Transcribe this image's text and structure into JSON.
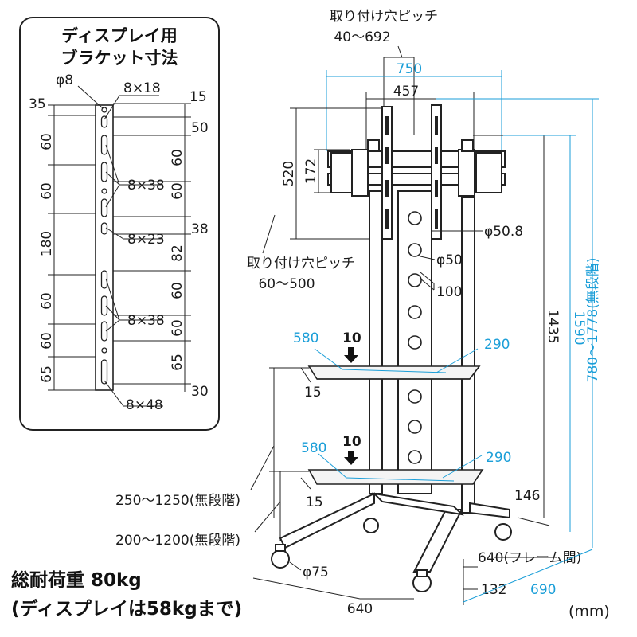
{
  "bracket_box": {
    "title_line1": "ディスプレイ用",
    "title_line2": "ブラケット寸法",
    "hole_dia": "φ8",
    "slot_8x18": "8×18",
    "slot_8x38_a": "8×38",
    "slot_8x23": "8×23",
    "slot_8x38_b": "8×38",
    "slot_8x48": "8×48",
    "left_35": "35",
    "left_60a": "60",
    "left_60b": "60",
    "left_180": "180",
    "left_60c": "60",
    "left_60d": "60",
    "left_65": "65",
    "right_15": "15",
    "right_50": "50",
    "right_60a": "60",
    "right_60b": "60",
    "right_38": "38",
    "right_82": "82",
    "right_60c": "60",
    "right_60d": "60",
    "right_65": "65",
    "right_30": "30"
  },
  "stand": {
    "mount_pitch_top_label": "取り付け穴ピッチ",
    "mount_pitch_top_value": "40〜692",
    "width_750": "750",
    "width_457": "457",
    "height_520": "520",
    "height_172": "172",
    "mount_pitch_side_label": "取り付け穴ピッチ",
    "mount_pitch_side_value": "60〜500",
    "pole_dia": "φ50.8",
    "hole_dia_50": "φ50",
    "pitch_100": "100",
    "h_1435": "1435",
    "h_1590": "1590",
    "h_range": "780〜1778(無段階)",
    "shelf1_w": "580",
    "shelf1_load": "10",
    "shelf1_d": "290",
    "shelf1_t": "15",
    "shelf2_w": "580",
    "shelf2_load": "10",
    "shelf2_d": "290",
    "shelf2_t": "15",
    "range_250": "250〜1250(無段階)",
    "range_200": "200〜1200(無段階)",
    "dim_146": "146",
    "frame_640": "640(フレーム間)",
    "caster": "φ75",
    "base_640": "640",
    "dim_132": "132",
    "dim_690": "690"
  },
  "footer": {
    "load_line1": "総耐荷重 80kg",
    "load_line2": "(ディスプレイは58kgまで)",
    "unit": "(mm)"
  },
  "colors": {
    "accent": "#1a9ed8",
    "ink": "#1a1a1a"
  }
}
